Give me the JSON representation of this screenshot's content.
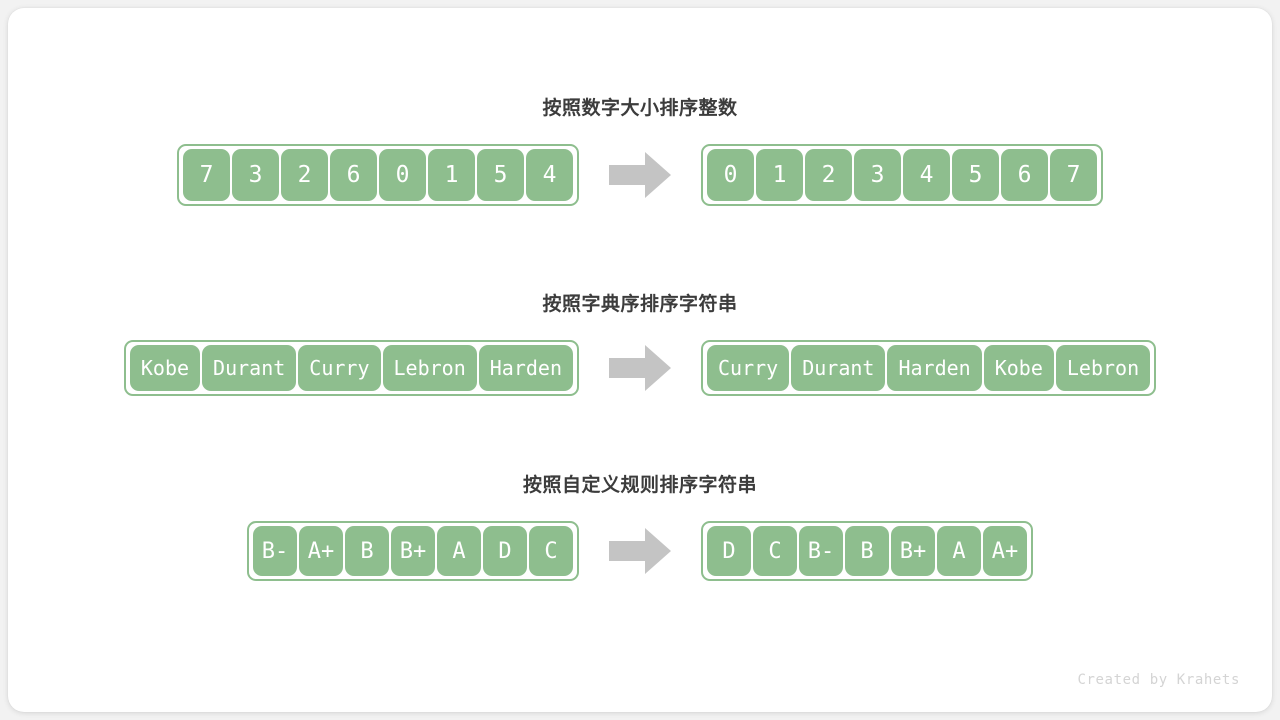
{
  "footer": {
    "credit": "Created by Krahets"
  },
  "icons": {
    "arrow": "arrow-right-block-icon"
  },
  "colors": {
    "cell_fill": "#8ebe8e",
    "cell_border": "#8ebe8e",
    "cell_text": "#ffffff",
    "title_text": "#3c3c3c",
    "arrow_fill": "#c4c4c4",
    "card_background": "#ffffff",
    "page_background": "#f2f2f2",
    "footer_text": "#d4d4d4"
  },
  "sections": [
    {
      "title": "按照数字大小排序整数",
      "input": [
        "7",
        "3",
        "2",
        "6",
        "0",
        "1",
        "5",
        "4"
      ],
      "output": [
        "0",
        "1",
        "2",
        "3",
        "4",
        "5",
        "6",
        "7"
      ]
    },
    {
      "title": "按照字典序排序字符串",
      "input": [
        "Kobe",
        "Durant",
        "Curry",
        "Lebron",
        "Harden"
      ],
      "output": [
        "Curry",
        "Durant",
        "Harden",
        "Kobe",
        "Lebron"
      ]
    },
    {
      "title": "按照自定义规则排序字符串",
      "input": [
        "B-",
        "A+",
        "B",
        "B+",
        "A",
        "D",
        "C"
      ],
      "output": [
        "D",
        "C",
        "B-",
        "B",
        "B+",
        "A",
        "A+"
      ]
    }
  ]
}
